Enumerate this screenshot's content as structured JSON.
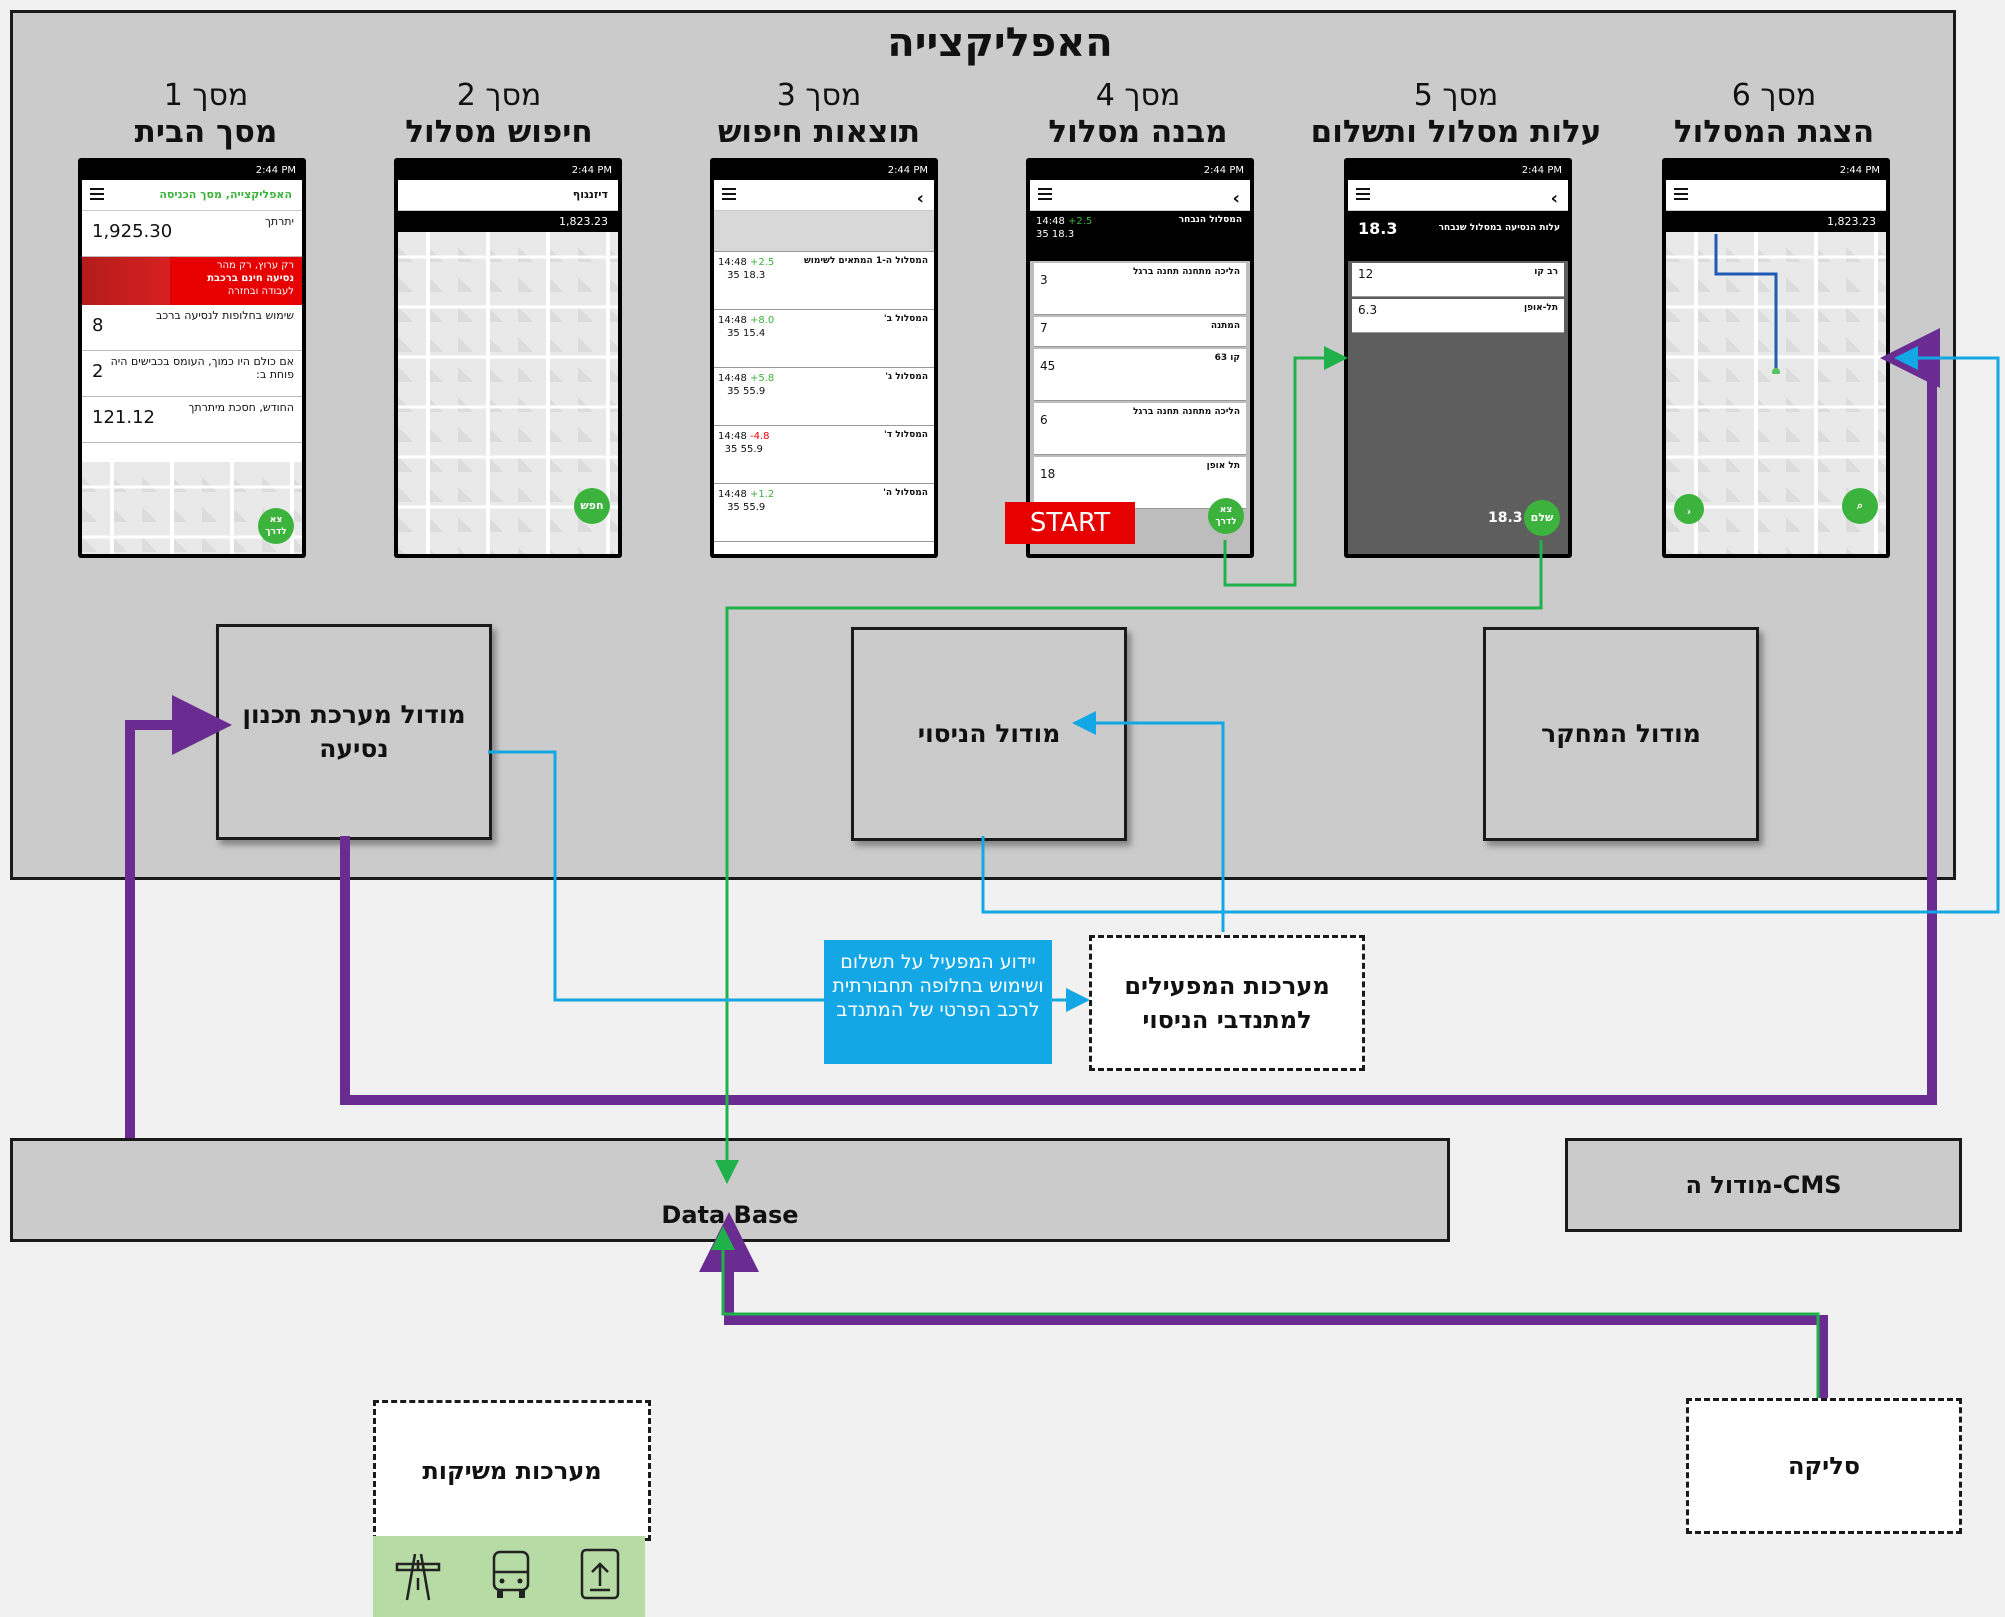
{
  "app": {
    "title": "האפליקצייה"
  },
  "screens": [
    {
      "num": "מסך 1",
      "name": "מסך הבית"
    },
    {
      "num": "מסך 2",
      "name": "חיפוש מסלול"
    },
    {
      "num": "מסך 3",
      "name": "תוצאות חיפוש"
    },
    {
      "num": "מסך 4",
      "name": "מבנה מסלול"
    },
    {
      "num": "מסך 5",
      "name": "עלות מסלול ותשלום"
    },
    {
      "num": "מסך 6",
      "name": "הצגת המסלול"
    }
  ],
  "phone": {
    "status_time": "2:44 PM",
    "s1": {
      "header": "האפליקצייה, מסך הכניסה",
      "balance_label": "יתרתך",
      "balance": "1,925.30",
      "banner_line1": "רק ערוץ, רק מהר",
      "banner_line2": "נסיעה חינם ברכבת",
      "banner_line3": "לעבודה ובחזרה",
      "row2_label": "שימוש בחלופות לנסיעה ברכב",
      "row2_val": "8",
      "row3_label": "אם כולם היו כמוך, העומס בכבישים היה פוחת ב:",
      "row3_val": "2",
      "row4_label": "החודש, חסכת מיתרתך",
      "row4_val": "121.12",
      "go_btn": "צא לדרך"
    },
    "s2": {
      "field": "דיזנגוף",
      "balance": "1,823.23",
      "search_btn": "חפש"
    },
    "s3": {
      "results": [
        {
          "time": "14:48",
          "delta": "+2.5",
          "price": "18.3",
          "minutes": "35",
          "title": "המסלול ה-1 המתאים לשימוש"
        },
        {
          "time": "14:48",
          "delta": "+8.0",
          "price": "15.4",
          "minutes": "35",
          "title": "המסלול ב'"
        },
        {
          "time": "14:48",
          "delta": "+5.8",
          "price": "55.9",
          "minutes": "35",
          "title": "המסלול ג'"
        },
        {
          "time": "14:48",
          "delta": "-4.8",
          "price": "55.9",
          "minutes": "35",
          "title": "המסלול ד'"
        },
        {
          "time": "14:48",
          "delta": "+1.2",
          "price": "55.9",
          "minutes": "35",
          "title": "המסלול ה'"
        }
      ]
    },
    "s4": {
      "header": "המסלול הנבחר",
      "time": "14:48",
      "delta": "+2.5",
      "minutes": "35",
      "price": "18.3",
      "steps": [
        {
          "t": "3",
          "label": "הליכה מתחנה תחנה ברגל"
        },
        {
          "t": "7",
          "label": "המתנה"
        },
        {
          "t": "45",
          "label": "קו 63"
        },
        {
          "t": "6",
          "label": "הליכה מתחנה תחנה ברגל"
        },
        {
          "t": "18",
          "label": "תל אופן"
        }
      ],
      "go_btn": "צא לדרך"
    },
    "s5": {
      "header": "עלות הנסיעה במסלול שנבחר",
      "total": "18.3",
      "items": [
        {
          "price": "12",
          "label": "רב קו"
        },
        {
          "price": "6.3",
          "label": "תל-אופן"
        }
      ],
      "pay_btn": "שלם"
    },
    "s6": {
      "balance": "1,823.23"
    }
  },
  "start_label": "START",
  "modules": {
    "trip_planning": "מודול מערכת תכנון נסיעה",
    "pilot": "מודול הניסוי",
    "research": "מודול המחקר",
    "cms": "מודול ה-CMS",
    "database": "Data Base",
    "operators": "מערכות המפעילים למתנדבי הניסוי",
    "clearing": "סליקה",
    "interfacing": "מערכות משיקות"
  },
  "note": "יידוע המפעיל על תשלום ושימוש בחלופה תחבורתית לרכב הפרטי של המתנדב",
  "icons": [
    "road-icon",
    "bus-icon",
    "upload-card-icon"
  ],
  "colors": {
    "green": "#21b14b",
    "blue": "#13a7e6",
    "purple": "#6a2c91",
    "frame": "#cbcbcb"
  }
}
